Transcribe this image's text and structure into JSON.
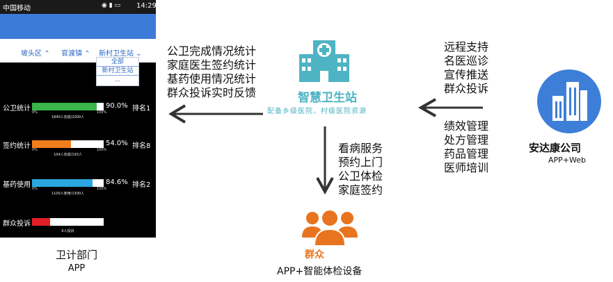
{
  "status": {
    "carrier": "中国移动",
    "time": "14:29"
  },
  "filters": {
    "area1": "坡头区",
    "area2": "官渡镇",
    "area3": "新村卫生站"
  },
  "dropdown": {
    "options": [
      "全部",
      "新村卫生站",
      "..."
    ]
  },
  "stats": [
    {
      "label": "公卫统计",
      "percent": "90.0%",
      "fraction": 0.9,
      "rank": "排名1",
      "caption": "1840人完成/2000人",
      "color": "#39b54a"
    },
    {
      "label": "签约统计",
      "percent": "54.0%",
      "fraction": 0.54,
      "rank": "排名8",
      "caption": "104人完成/193人",
      "color": "#f07f1b"
    },
    {
      "label": "基药使用",
      "percent": "84.6%",
      "fraction": 0.846,
      "rank": "排名2",
      "caption": "1100人使用/1300人",
      "color": "#2aa7df"
    },
    {
      "label": "群众投诉",
      "percent": "",
      "fraction": 0.25,
      "rank": "",
      "caption": "6人投诉",
      "color": "#e41e26"
    }
  ],
  "ticks": {
    "zero": "0%",
    "hundred": "100%"
  },
  "phone_caption": {
    "line1": "卫计部门",
    "line2": "APP"
  },
  "left_block": [
    "公卫完成情况统计",
    "家庭医生签约统计",
    "基药使用情况统计",
    "群众投诉实时反馈"
  ],
  "station": {
    "title": "智慧卫生站",
    "subtitle": "配备乡级医院，村级医院资源"
  },
  "service_block": [
    "看病服务",
    "预约上门",
    "公卫体检",
    "家庭签约"
  ],
  "people": {
    "label": "群众",
    "sub": "APP+智能体检设备"
  },
  "right_block_top": [
    "远程支持",
    "名医巡诊",
    "宣传推送",
    "群众投诉"
  ],
  "right_block_bottom": [
    "绩效管理",
    "处方管理",
    "药品管理",
    "医师培训"
  ],
  "company": {
    "name": "安达康公司",
    "sub": "APP+Web"
  },
  "colors": {
    "station": "#4eb4c4",
    "people": "#e8741f",
    "company_circle": "#3d7fd8",
    "header": "#3d7bd8"
  }
}
